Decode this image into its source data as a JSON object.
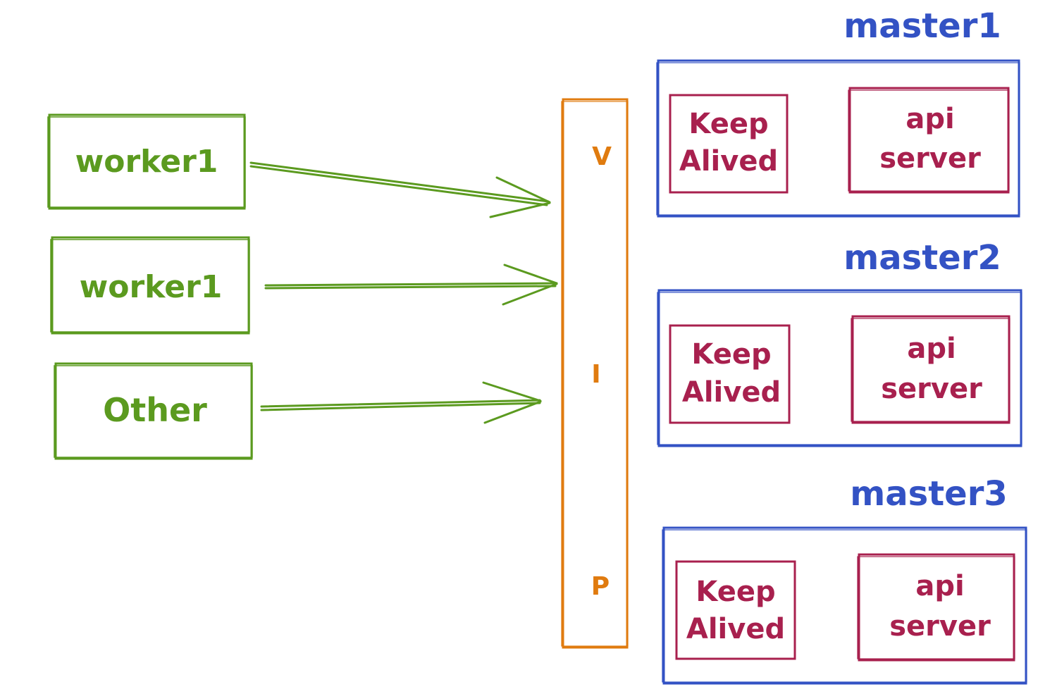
{
  "colors": {
    "worker": "#5b9a1f",
    "vip": "#e07b0f",
    "master": "#3352c4",
    "component": "#a8204e"
  },
  "workers": [
    {
      "label": "worker1"
    },
    {
      "label": "worker1"
    },
    {
      "label": "Other"
    }
  ],
  "vip": {
    "letters": [
      "V",
      "I",
      "P"
    ]
  },
  "masters": [
    {
      "title": "master1",
      "components": {
        "keepalived": [
          "Keep",
          "Alived"
        ],
        "apiserver": [
          "api",
          "server"
        ]
      }
    },
    {
      "title": "master2",
      "components": {
        "keepalived": [
          "Keep",
          "Alived"
        ],
        "apiserver": [
          "api",
          "server"
        ]
      }
    },
    {
      "title": "master3",
      "components": {
        "keepalived": [
          "Keep",
          "Alived"
        ],
        "apiserver": [
          "api",
          "server"
        ]
      }
    }
  ]
}
